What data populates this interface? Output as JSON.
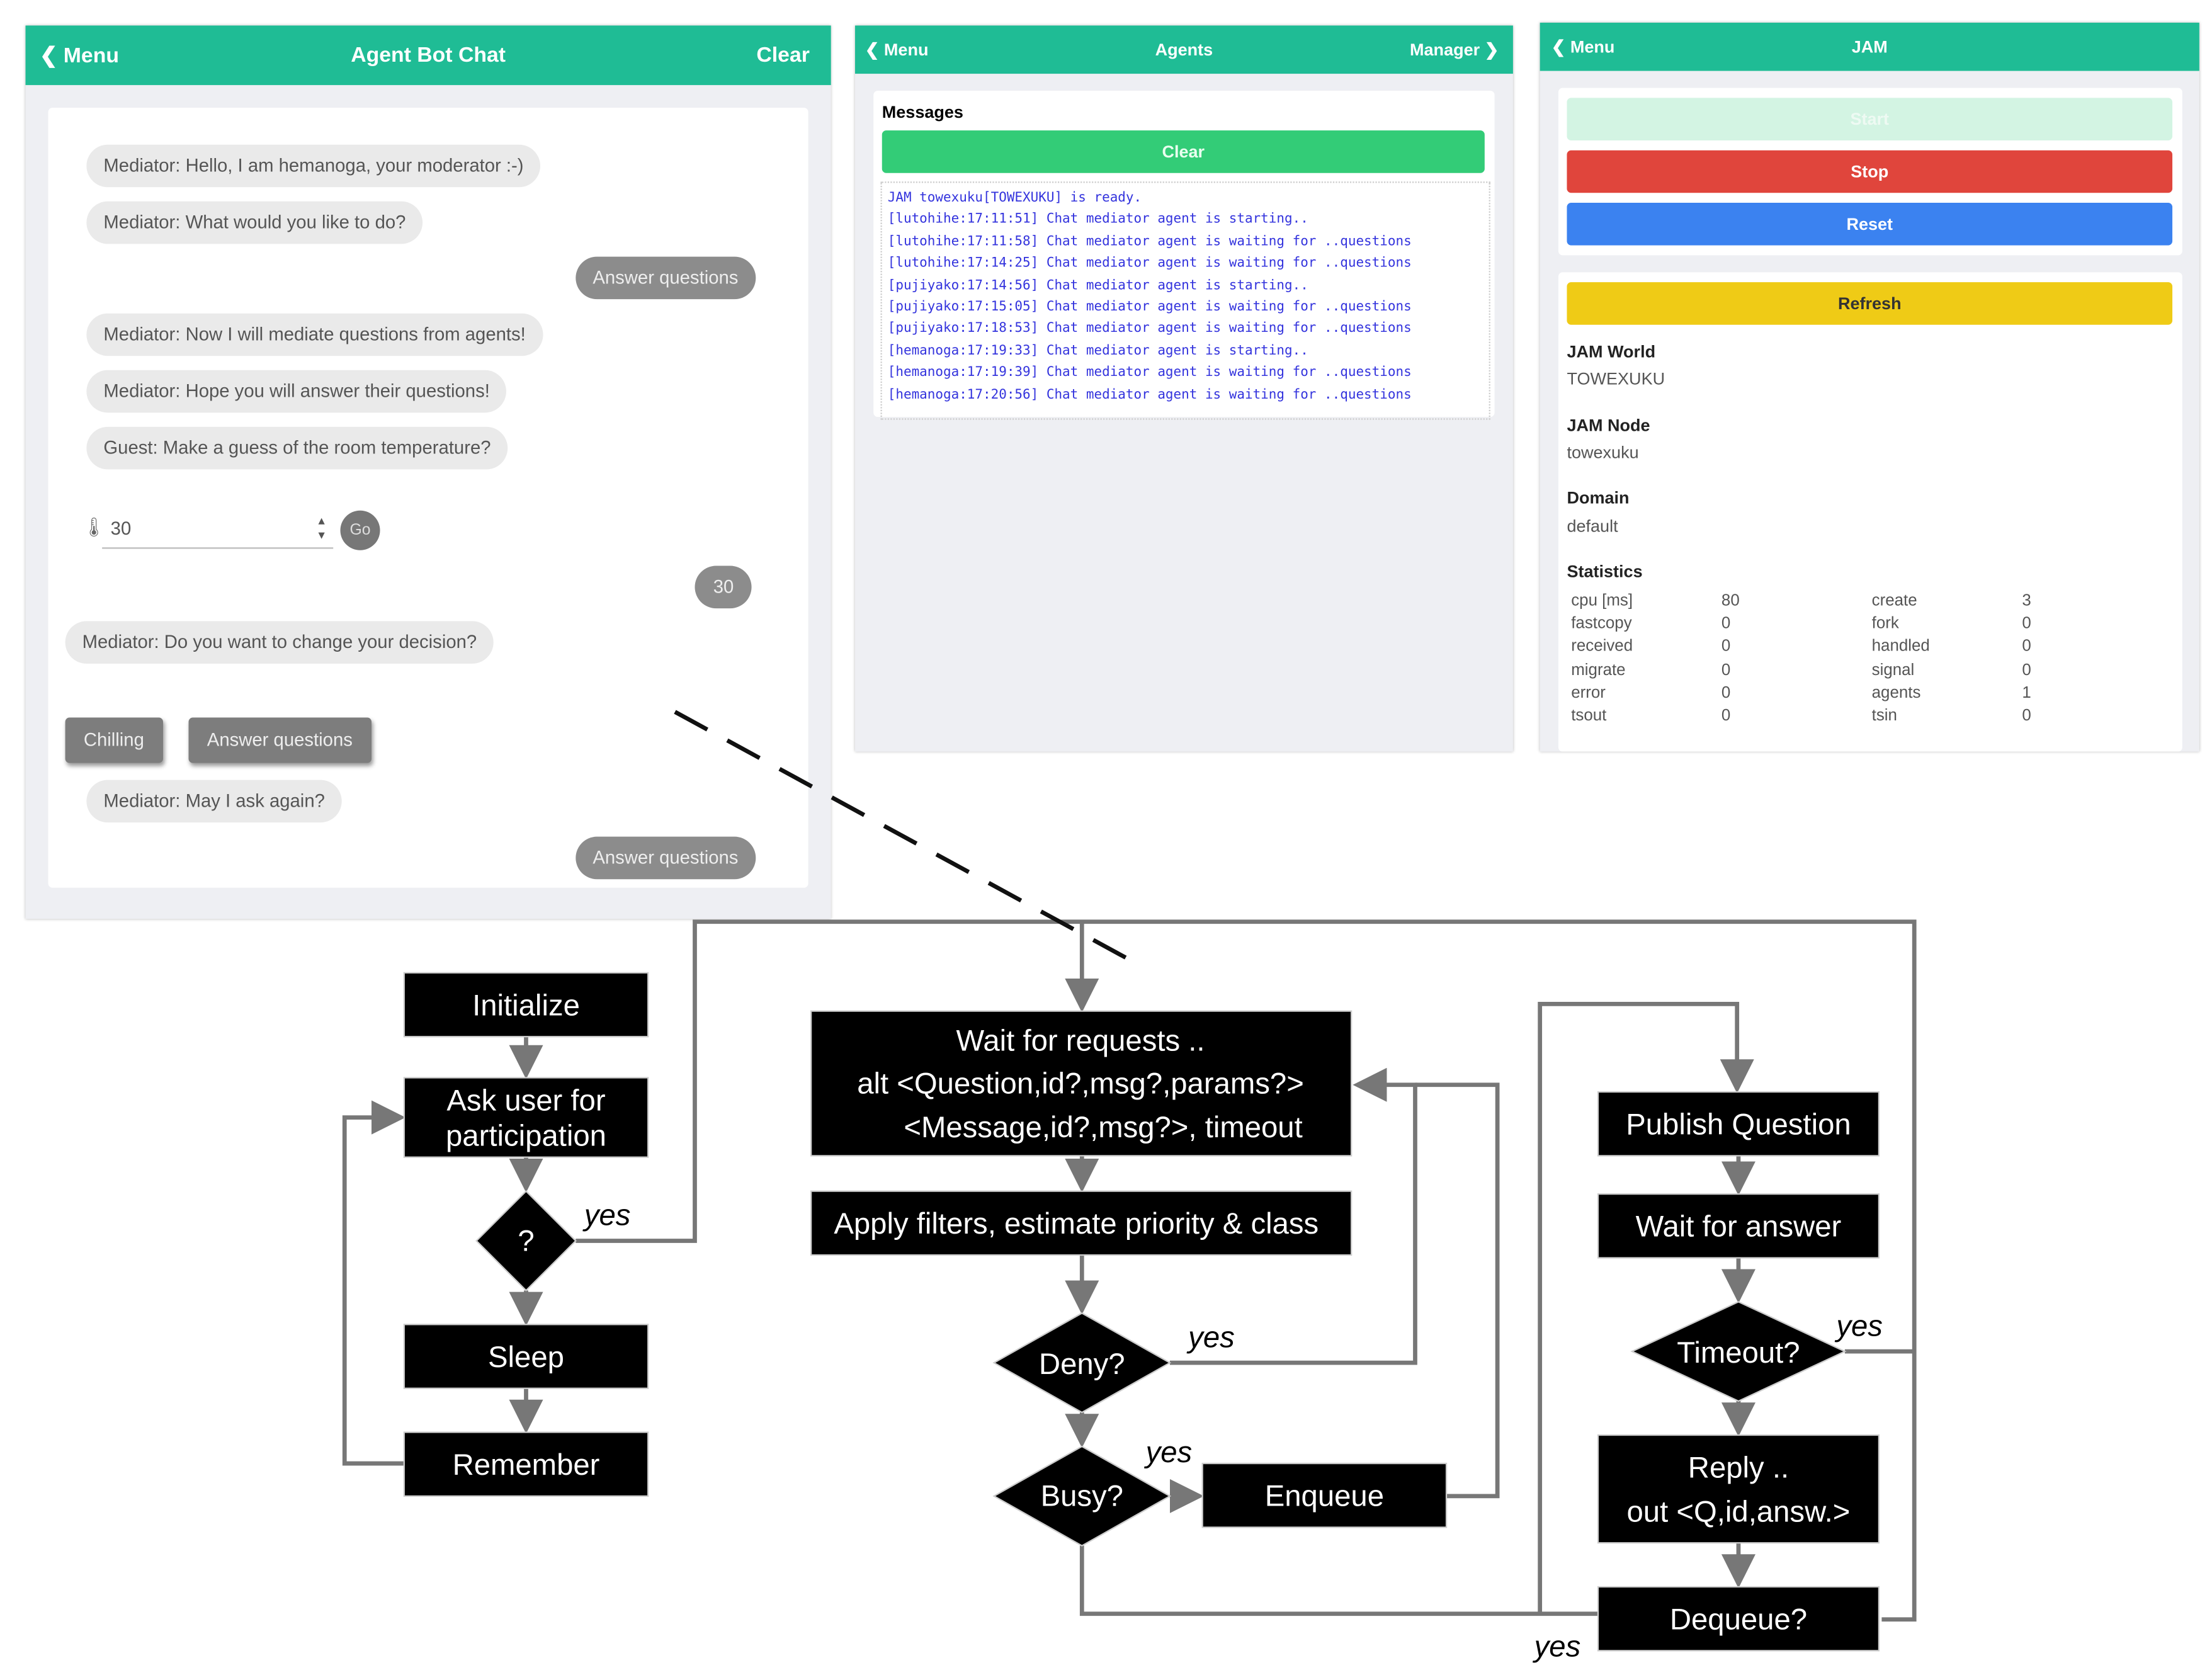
{
  "chat_panel": {
    "header": {
      "back_label": "Menu",
      "title": "Agent Bot Chat",
      "clear_label": "Clear"
    },
    "messages": [
      "Mediator: Hello, I am hemanoga, your moderator :-)",
      "Mediator: What would you like to do?",
      "Mediator: Now I will mediate questions from agents!",
      "Mediator: Hope you will answer their questions!",
      "Guest: Make a guess of the room temperature?",
      "Mediator: Do you want to change your decision?",
      "Mediator: May I ask again?"
    ],
    "reply_answer_questions": "Answer questions",
    "input": {
      "value": "30",
      "go_label": "Go"
    },
    "reply_value": "30",
    "choices": [
      "Chilling",
      "Answer questions"
    ]
  },
  "agents_panel": {
    "header": {
      "back_label": "Menu",
      "title": "Agents",
      "manager_label": "Manager"
    },
    "messages_title": "Messages",
    "clear_label": "Clear",
    "log": [
      "JAM towexuku[TOWEXUKU] is ready.",
      "[lutohihe:17:11:51] Chat mediator agent is starting..",
      "[lutohihe:17:11:58] Chat mediator agent is waiting for ..questions",
      "[lutohihe:17:14:25] Chat mediator agent is waiting for ..questions",
      "[pujiyako:17:14:56] Chat mediator agent is starting..",
      "[pujiyako:17:15:05] Chat mediator agent is waiting for ..questions",
      "[pujiyako:17:18:53] Chat mediator agent is waiting for ..questions",
      "[hemanoga:17:19:33] Chat mediator agent is starting..",
      "[hemanoga:17:19:39] Chat mediator agent is waiting for ..questions",
      "[hemanoga:17:20:56] Chat mediator agent is waiting for ..questions"
    ]
  },
  "jam_panel": {
    "header": {
      "back_label": "Menu",
      "title": "JAM"
    },
    "buttons": {
      "start": "Start",
      "stop": "Stop",
      "reset": "Reset",
      "refresh": "Refresh"
    },
    "colors": {
      "start": "#d3f4e3",
      "stop": "#e0453c",
      "reset": "#3b82f0",
      "refresh": "#efcb16",
      "header": "#1fbc95"
    },
    "world_label": "JAM World",
    "world": "TOWEXUKU",
    "node_label": "JAM Node",
    "node": "towexuku",
    "domain_label": "Domain",
    "domain": "default",
    "stats_label": "Statistics",
    "stats_left": [
      [
        "cpu [ms]",
        "80"
      ],
      [
        "fastcopy",
        "0"
      ],
      [
        "received",
        "0"
      ],
      [
        "migrate",
        "0"
      ],
      [
        "error",
        "0"
      ],
      [
        "tsout",
        "0"
      ]
    ],
    "stats_right": [
      [
        "create",
        "3"
      ],
      [
        "fork",
        "0"
      ],
      [
        "handled",
        "0"
      ],
      [
        "signal",
        "0"
      ],
      [
        "agents",
        "1"
      ],
      [
        "tsin",
        "0"
      ]
    ]
  },
  "flowchart": {
    "initialize": "Initialize",
    "ask_user": [
      "Ask user for",
      "participation"
    ],
    "question": "?",
    "sleep": "Sleep",
    "remember": "Remember",
    "wait_requests": [
      "Wait for requests ..",
      "alt <Question,id?,msg?,params?>",
      "<Message,id?,msg?>, timeout"
    ],
    "apply_filters": "Apply filters, estimate priority & class",
    "deny": "Deny?",
    "busy": "Busy?",
    "enqueue": "Enqueue",
    "publish": "Publish Question",
    "wait_answer": "Wait for answer",
    "timeout": "Timeout?",
    "reply": [
      "Reply ..",
      "out <Q,id,answ.>"
    ],
    "dequeue": "Dequeue?",
    "yes": "yes"
  }
}
